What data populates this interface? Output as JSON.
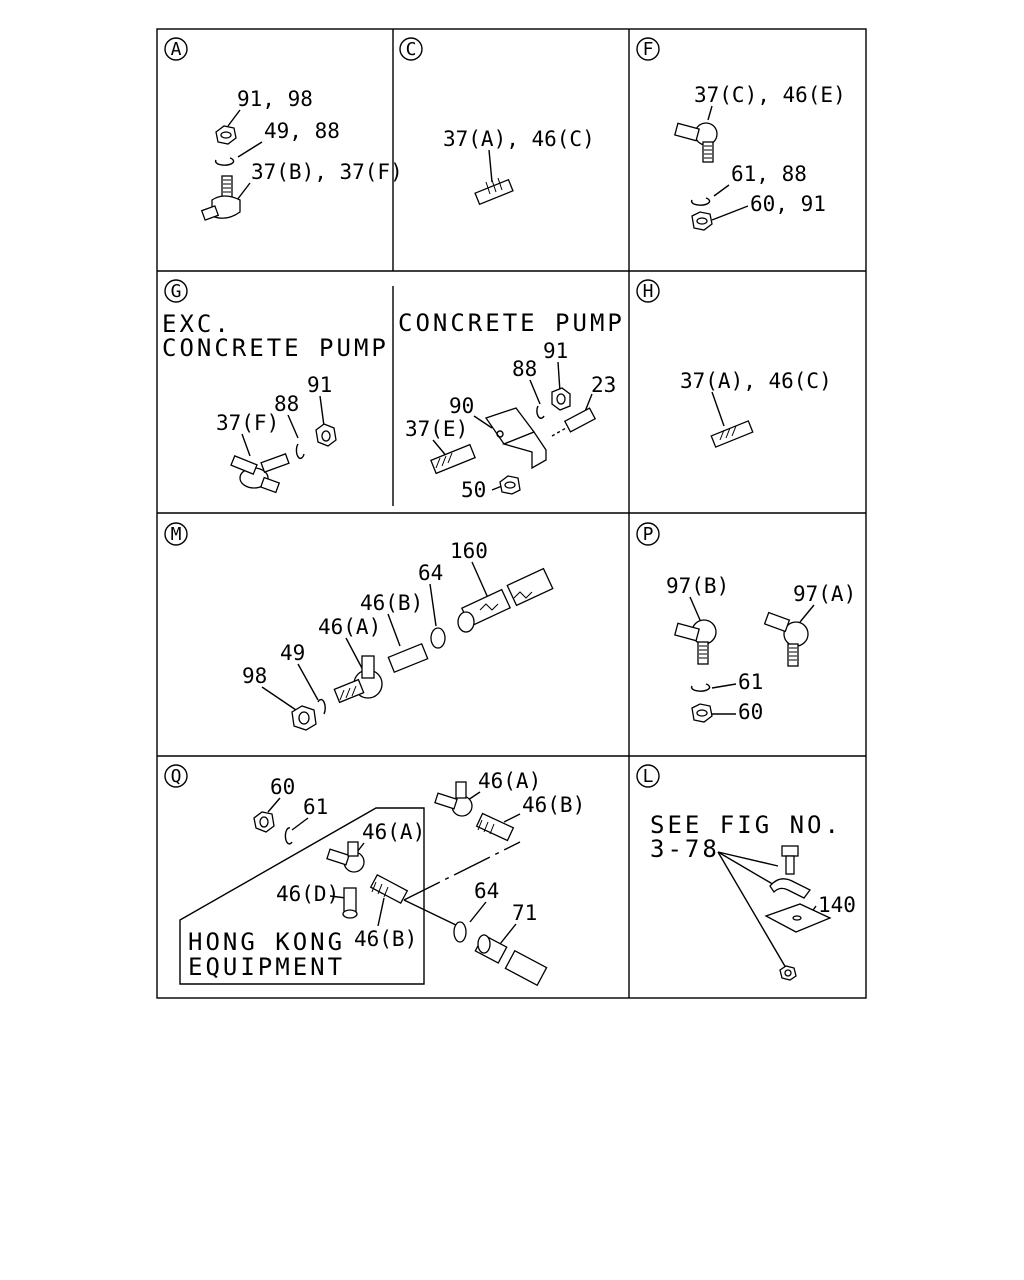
{
  "panels": {
    "A": {
      "letter": "A",
      "labels": [
        "91, 98",
        "49, 88",
        "37(B), 37(F)"
      ]
    },
    "C": {
      "letter": "C",
      "labels": [
        "37(A), 46(C)"
      ]
    },
    "F": {
      "letter": "F",
      "labels": [
        "37(C), 46(E)",
        "61, 88",
        "60, 91"
      ]
    },
    "G": {
      "letter": "G",
      "left_title_1": "EXC.",
      "left_title_2": "CONCRETE PUMP",
      "right_title": "CONCRETE PUMP",
      "labels": [
        "37(F)",
        "88",
        "91",
        "90",
        "88",
        "91",
        "23",
        "37(E)",
        "50"
      ]
    },
    "H": {
      "letter": "H",
      "labels": [
        "37(A), 46(C)"
      ]
    },
    "M": {
      "letter": "M",
      "labels": [
        "160",
        "64",
        "46(B)",
        "46(A)",
        "49",
        "98"
      ]
    },
    "P": {
      "letter": "P",
      "labels": [
        "97(B)",
        "97(A)",
        "61",
        "60"
      ]
    },
    "Q": {
      "letter": "Q",
      "labels": [
        "60",
        "61",
        "46(A)",
        "46(B)",
        "46(A)",
        "46(D)",
        "46(B)",
        "64",
        "71"
      ],
      "note_1": "HONG KONG",
      "note_2": "EQUIPMENT"
    },
    "L": {
      "letter": "L",
      "note_1": "SEE FIG NO.",
      "note_2": "3-78",
      "labels": [
        "140"
      ]
    }
  }
}
